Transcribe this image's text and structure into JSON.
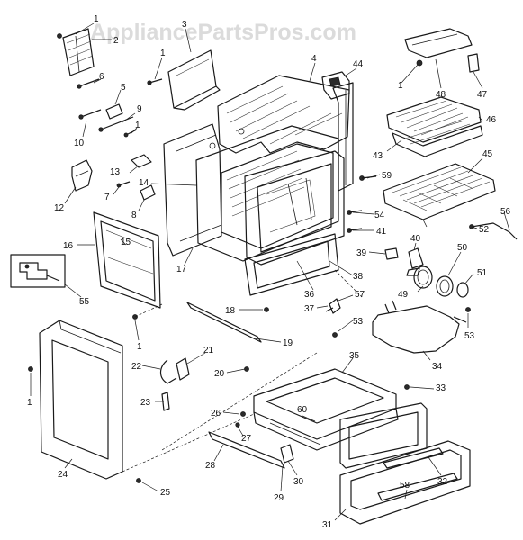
{
  "watermark": "AppliancePartsPros.com",
  "callouts": [
    {
      "id": "c-1a",
      "text": "1"
    },
    {
      "id": "c-2",
      "text": "2"
    },
    {
      "id": "c-3",
      "text": "3"
    },
    {
      "id": "c-4",
      "text": "4"
    },
    {
      "id": "c-44",
      "text": "44"
    },
    {
      "id": "c-1b",
      "text": "1"
    },
    {
      "id": "c-48",
      "text": "48"
    },
    {
      "id": "c-47",
      "text": "47"
    },
    {
      "id": "c-6",
      "text": "6"
    },
    {
      "id": "c-5",
      "text": "5"
    },
    {
      "id": "c-1c",
      "text": "1"
    },
    {
      "id": "c-9",
      "text": "9"
    },
    {
      "id": "c-10",
      "text": "10"
    },
    {
      "id": "c-1d",
      "text": "1"
    },
    {
      "id": "c-46",
      "text": "46"
    },
    {
      "id": "c-43",
      "text": "43"
    },
    {
      "id": "c-45",
      "text": "45"
    },
    {
      "id": "c-59",
      "text": "59"
    },
    {
      "id": "c-13",
      "text": "13"
    },
    {
      "id": "c-14",
      "text": "14"
    },
    {
      "id": "c-7",
      "text": "7"
    },
    {
      "id": "c-8",
      "text": "8"
    },
    {
      "id": "c-12",
      "text": "12"
    },
    {
      "id": "c-54",
      "text": "54"
    },
    {
      "id": "c-56",
      "text": "56"
    },
    {
      "id": "c-41",
      "text": "41"
    },
    {
      "id": "c-52",
      "text": "52"
    },
    {
      "id": "c-16",
      "text": "16"
    },
    {
      "id": "c-15",
      "text": "15"
    },
    {
      "id": "c-39",
      "text": "39"
    },
    {
      "id": "c-40",
      "text": "40"
    },
    {
      "id": "c-50",
      "text": "50"
    },
    {
      "id": "c-17",
      "text": "17"
    },
    {
      "id": "c-38",
      "text": "38"
    },
    {
      "id": "c-51",
      "text": "51"
    },
    {
      "id": "c-49",
      "text": "49"
    },
    {
      "id": "c-55",
      "text": "55"
    },
    {
      "id": "c-36",
      "text": "36"
    },
    {
      "id": "c-57",
      "text": "57"
    },
    {
      "id": "c-18",
      "text": "18"
    },
    {
      "id": "c-37",
      "text": "37"
    },
    {
      "id": "c-1e",
      "text": "1"
    },
    {
      "id": "c-53a",
      "text": "53"
    },
    {
      "id": "c-53b",
      "text": "53"
    },
    {
      "id": "c-19",
      "text": "19"
    },
    {
      "id": "c-21",
      "text": "21"
    },
    {
      "id": "c-34",
      "text": "34"
    },
    {
      "id": "c-22",
      "text": "22"
    },
    {
      "id": "c-20",
      "text": "20"
    },
    {
      "id": "c-35",
      "text": "35"
    },
    {
      "id": "c-1f",
      "text": "1"
    },
    {
      "id": "c-23",
      "text": "23"
    },
    {
      "id": "c-33",
      "text": "33"
    },
    {
      "id": "c-26",
      "text": "26"
    },
    {
      "id": "c-60",
      "text": "60"
    },
    {
      "id": "c-27",
      "text": "27"
    },
    {
      "id": "c-24",
      "text": "24"
    },
    {
      "id": "c-28",
      "text": "28"
    },
    {
      "id": "c-30",
      "text": "30"
    },
    {
      "id": "c-32",
      "text": "32"
    },
    {
      "id": "c-25",
      "text": "25"
    },
    {
      "id": "c-29",
      "text": "29"
    },
    {
      "id": "c-58",
      "text": "58"
    },
    {
      "id": "c-31",
      "text": "31"
    }
  ]
}
